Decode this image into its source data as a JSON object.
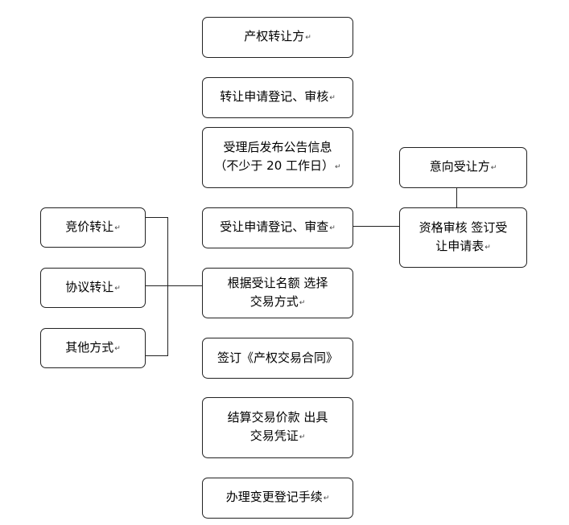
{
  "main_flow": [
    {
      "lines": [
        "产权转让方"
      ]
    },
    {
      "lines": [
        "转让申请登记、审核"
      ]
    },
    {
      "lines": [
        "受理后发布公告信息",
        "（不少于 20 工作日）"
      ]
    },
    {
      "lines": [
        "受让申请登记、审查"
      ]
    },
    {
      "lines": [
        "根据受让名额 选择",
        "交易方式"
      ]
    },
    {
      "lines": [
        "签订《产权交易合同》"
      ]
    },
    {
      "lines": [
        "结算交易价款 出具",
        "交易凭证"
      ]
    },
    {
      "lines": [
        "办理变更登记手续"
      ]
    }
  ],
  "methods": [
    {
      "label": "竞价转让"
    },
    {
      "label": "协议转让"
    },
    {
      "label": "其他方式"
    }
  ],
  "buyer": {
    "label": "意向受让方"
  },
  "qualification": {
    "lines": [
      "资格审核 签订受",
      "让申请表"
    ]
  },
  "para_mark": "↵"
}
